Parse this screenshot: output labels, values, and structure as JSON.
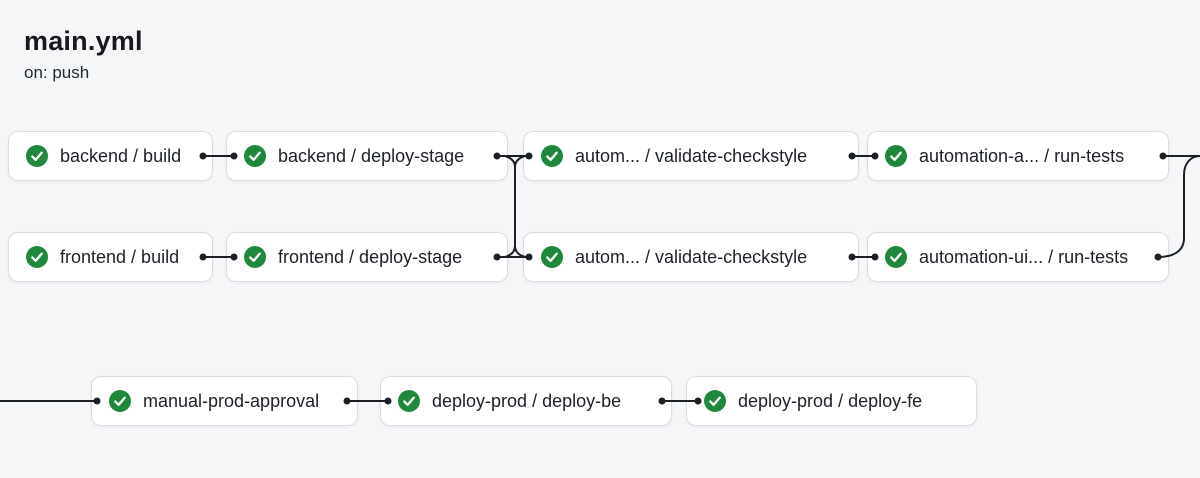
{
  "header": {
    "title": "main.yml",
    "trigger": "on: push"
  },
  "graph": {
    "nodes": [
      {
        "id": "backend-build",
        "label": "backend / build",
        "status": "success",
        "icon": "check-circle-icon",
        "row": 1
      },
      {
        "id": "backend-deploy-stage",
        "label": "backend / deploy-stage",
        "status": "success",
        "icon": "check-circle-icon",
        "row": 1
      },
      {
        "id": "autom-validate-checkstyle-top",
        "label": "autom... / validate-checkstyle",
        "status": "success",
        "icon": "check-circle-icon",
        "row": 1
      },
      {
        "id": "automation-a-run-tests",
        "label": "automation-a... / run-tests",
        "status": "success",
        "icon": "check-circle-icon",
        "row": 1
      },
      {
        "id": "frontend-build",
        "label": "frontend / build",
        "status": "success",
        "icon": "check-circle-icon",
        "row": 2
      },
      {
        "id": "frontend-deploy-stage",
        "label": "frontend / deploy-stage",
        "status": "success",
        "icon": "check-circle-icon",
        "row": 2
      },
      {
        "id": "autom-validate-checkstyle-bottom",
        "label": "autom... / validate-checkstyle",
        "status": "success",
        "icon": "check-circle-icon",
        "row": 2
      },
      {
        "id": "automation-ui-run-tests",
        "label": "automation-ui... / run-tests",
        "status": "success",
        "icon": "check-circle-icon",
        "row": 2
      },
      {
        "id": "manual-prod-approval",
        "label": "manual-prod-approval",
        "status": "success",
        "icon": "check-circle-icon",
        "row": 3
      },
      {
        "id": "deploy-prod-deploy-be",
        "label": "deploy-prod / deploy-be",
        "status": "success",
        "icon": "check-circle-icon",
        "row": 3
      },
      {
        "id": "deploy-prod-deploy-fe",
        "label": "deploy-prod / deploy-fe",
        "status": "success",
        "icon": "check-circle-icon",
        "row": 3
      }
    ],
    "edges": [
      {
        "from": "backend-build",
        "to": "backend-deploy-stage"
      },
      {
        "from": "frontend-build",
        "to": "frontend-deploy-stage"
      },
      {
        "from": "backend-deploy-stage",
        "to": "autom-validate-checkstyle-top"
      },
      {
        "from": "backend-deploy-stage",
        "to": "autom-validate-checkstyle-bottom"
      },
      {
        "from": "frontend-deploy-stage",
        "to": "autom-validate-checkstyle-top"
      },
      {
        "from": "frontend-deploy-stage",
        "to": "autom-validate-checkstyle-bottom"
      },
      {
        "from": "autom-validate-checkstyle-top",
        "to": "automation-a-run-tests"
      },
      {
        "from": "autom-validate-checkstyle-bottom",
        "to": "automation-ui-run-tests"
      },
      {
        "from": "automation-a-run-tests",
        "to": "manual-prod-approval"
      },
      {
        "from": "automation-ui-run-tests",
        "to": "manual-prod-approval"
      },
      {
        "from": "manual-prod-approval",
        "to": "deploy-prod-deploy-be"
      },
      {
        "from": "deploy-prod-deploy-be",
        "to": "deploy-prod-deploy-fe"
      }
    ]
  },
  "colors": {
    "background": "#f5f6f8",
    "node_background": "#ffffff",
    "node_border": "#d9dde3",
    "text": "#1c2127",
    "edge": "#1c2024",
    "success_green": "#1f883d",
    "check_mark": "#ffffff"
  }
}
